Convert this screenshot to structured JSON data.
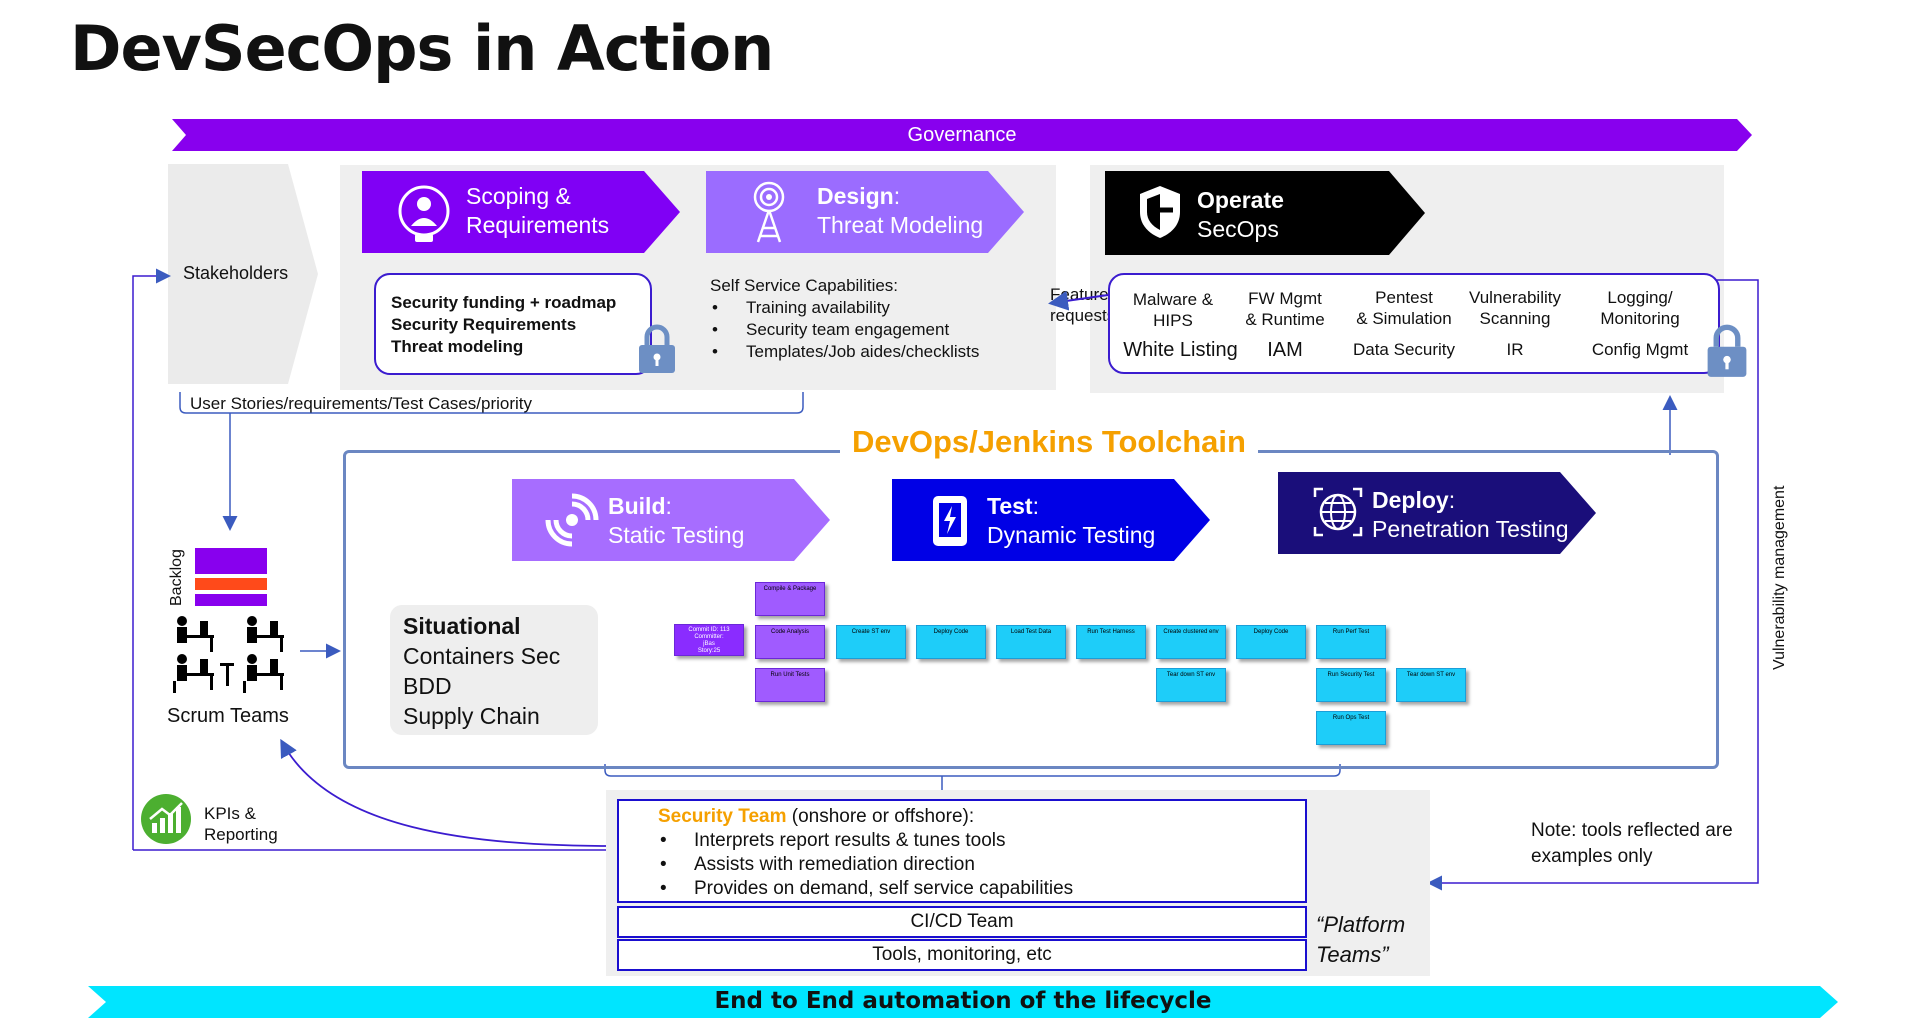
{
  "title": "DevSecOps in Action",
  "governance": "Governance",
  "stakeholders": "Stakeholders",
  "scoping": {
    "line1": "Scoping &",
    "line2": "Requirements"
  },
  "design": {
    "line1_bold": "Design",
    "line1_rest": ":",
    "line2": "Threat Modeling"
  },
  "operate": {
    "line1": "Operate",
    "line2": "SecOps"
  },
  "security_box": [
    "Security funding + roadmap",
    "Security Requirements",
    "Threat modeling"
  ],
  "self_service": {
    "heading": "Self Service Capabilities:",
    "items": [
      "Training availability",
      "Security team engagement",
      "Templates/Job aides/checklists"
    ]
  },
  "feature_requests": {
    "line1": "Feature",
    "line2": "requests"
  },
  "ops_columns": [
    {
      "top": "Malware &\nHIPS",
      "bottom": "White Listing"
    },
    {
      "top": "FW Mgmt\n& Runtime",
      "bottom": "IAM"
    },
    {
      "top": "Pentest\n& Simulation",
      "bottom": "Data Security"
    },
    {
      "top": "Vulnerability\nScanning",
      "bottom": "IR"
    },
    {
      "top": "Logging/\nMonitoring",
      "bottom": "Config Mgmt"
    }
  ],
  "user_stories": "User Stories/requirements/Test Cases/priority",
  "toolchain_title": "DevOps/Jenkins Toolchain",
  "build": {
    "bold": "Build",
    "rest": ":",
    "line2": "Static Testing"
  },
  "test": {
    "bold": "Test",
    "rest": ":",
    "line2": "Dynamic Testing"
  },
  "deploy": {
    "bold": "Deploy",
    "rest": ":",
    "line2": "Penetration Testing"
  },
  "backlog": "Backlog",
  "scrum_teams": "Scrum Teams",
  "situational": {
    "heading": "Situational",
    "items": [
      "Containers Sec",
      "BDD",
      "Supply Chain"
    ]
  },
  "pipeline": {
    "commit": [
      "Commit ID: 113",
      "Committer:",
      "jBas",
      "Story:25"
    ],
    "purple": [
      "Compile & Package",
      "Code Analysis",
      "Run Unit Tests"
    ],
    "blue_row": [
      "Create ST env",
      "Deploy Code",
      "Load Test Data",
      "Run Test Harness",
      "Create clustered env",
      "Deploy Code",
      "Run Perf Test"
    ],
    "blue_lower": [
      "Tear down ST env",
      "Run Security Test",
      "Tear down ST env",
      "Run Ops Test"
    ]
  },
  "kpis": {
    "line1": "KPIs &",
    "line2": "Reporting"
  },
  "security_team": {
    "name": "Security Team",
    "rest": " (onshore or offshore):",
    "items": [
      "Interprets report results & tunes tools",
      "Assists with remediation direction",
      "Provides on demand, self service capabilities"
    ]
  },
  "cicd_team": "CI/CD Team",
  "tools_monitoring": "Tools, monitoring, etc",
  "platform_teams": {
    "line1": "“Platform",
    "line2": "Teams”"
  },
  "vuln_mgmt": "Vulnerability management",
  "note": {
    "line1": "Note: tools reflected are",
    "line2": "examples only"
  },
  "bottom_bar": "End to End automation of the lifecycle",
  "colors": {
    "purple": "#8800ee",
    "blue": "#0000e6",
    "navy": "#1a0e7a",
    "orange": "#f5a000",
    "cyan": "#00e5ff"
  }
}
